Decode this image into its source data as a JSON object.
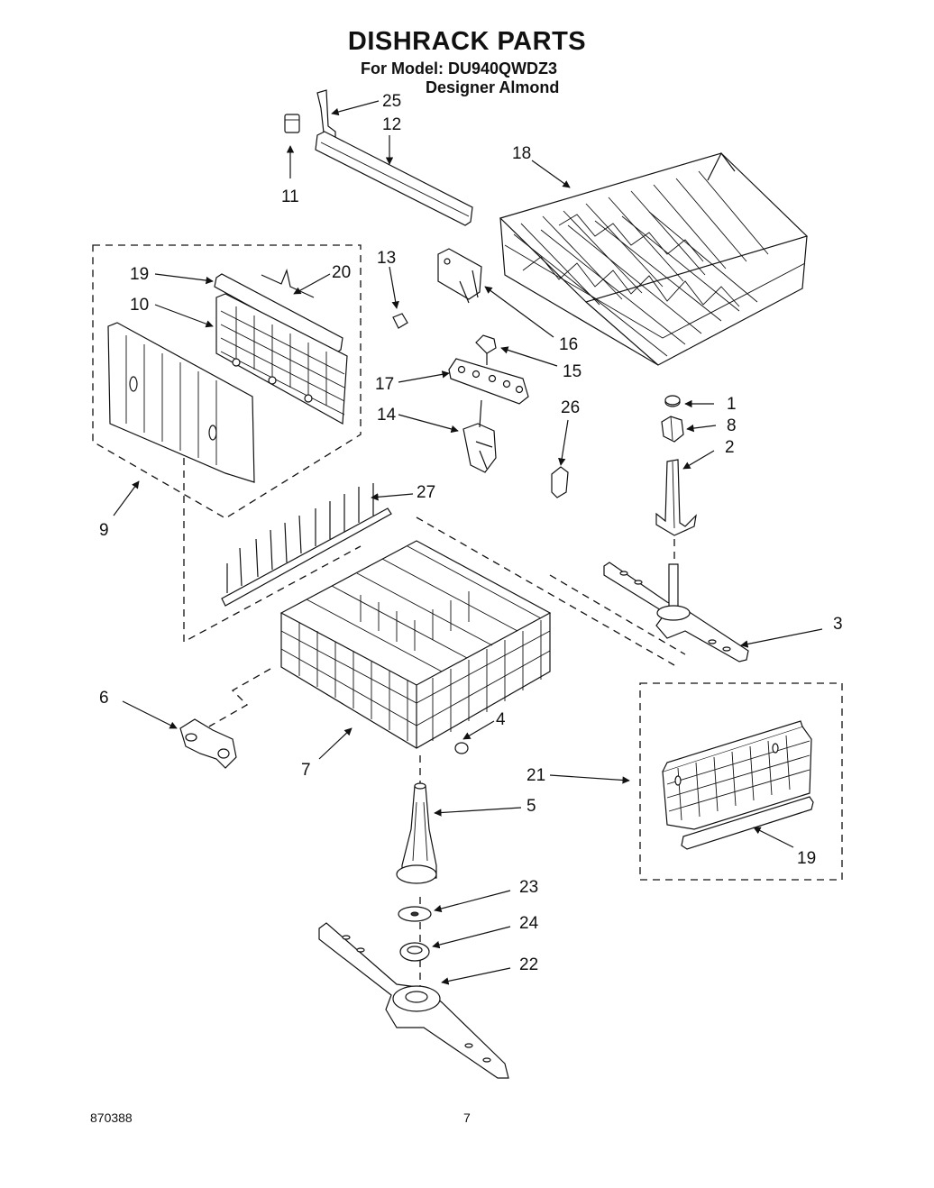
{
  "header": {
    "title": "DISHRACK PARTS",
    "model_line": "For Model: DU940QWDZ3",
    "color_line": "Designer Almond"
  },
  "footer": {
    "code": "870388",
    "page_number": "7"
  },
  "callouts": {
    "c1": "1",
    "c2": "2",
    "c3": "3",
    "c4": "4",
    "c5": "5",
    "c6": "6",
    "c7": "7",
    "c8": "8",
    "c9": "9",
    "c10": "10",
    "c11": "11",
    "c12": "12",
    "c13": "13",
    "c14": "14",
    "c15": "15",
    "c16": "16",
    "c17": "17",
    "c18": "18",
    "c19a": "19",
    "c19b": "19",
    "c20": "20",
    "c21": "21",
    "c22": "22",
    "c23": "23",
    "c24": "24",
    "c25": "25",
    "c26": "26",
    "c27": "27"
  }
}
